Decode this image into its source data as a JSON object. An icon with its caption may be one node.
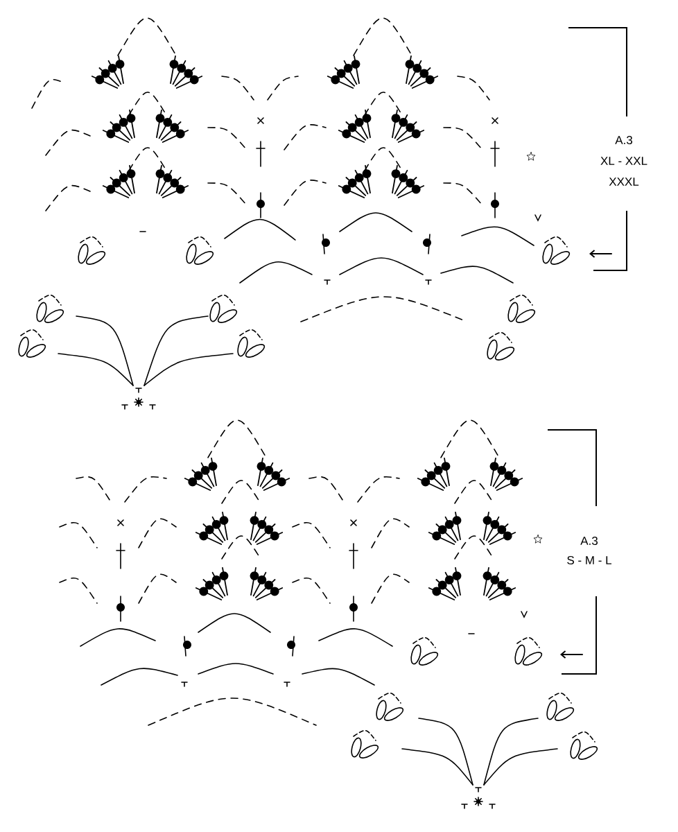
{
  "diagram": {
    "labels": [
      "A.3",
      "XL - XXL",
      "XXXL",
      "A.3",
      "S - M - L"
    ]
  }
}
